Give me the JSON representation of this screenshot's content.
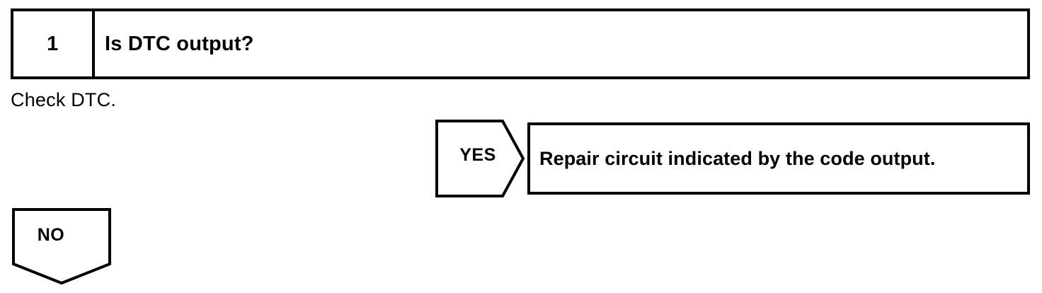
{
  "diagram": {
    "type": "troubleshooting-flowchart",
    "colors": {
      "line": "#000000",
      "background": "#ffffff",
      "text": "#000000"
    },
    "step": {
      "number": "1",
      "question": "Is DTC output?"
    },
    "instruction": "Check DTC.",
    "branches": {
      "yes": {
        "label": "YES",
        "result": "Repair circuit indicated by the code output."
      },
      "no": {
        "label": "NO"
      }
    }
  }
}
